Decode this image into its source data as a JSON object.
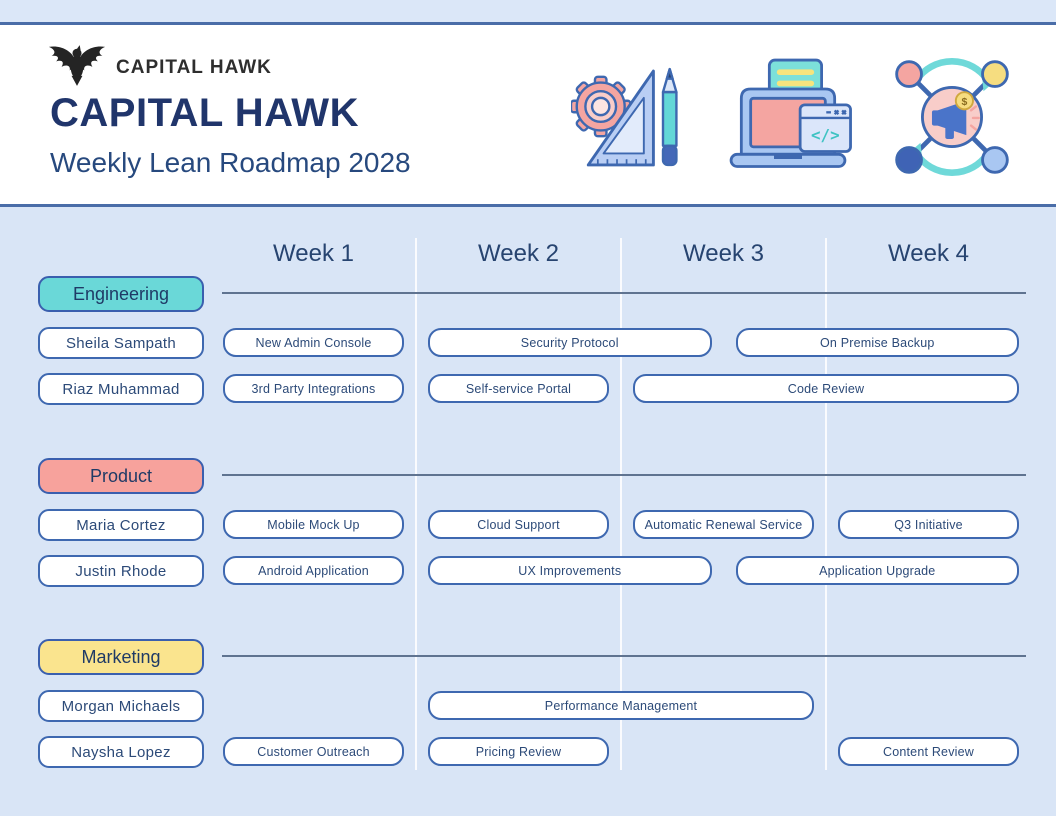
{
  "header": {
    "logo_text": "CAPITAL HAWK",
    "title": "CAPITAL HAWK",
    "subtitle": "Weekly Lean Roadmap 2028",
    "illustrations": [
      "design-tools-icon",
      "laptop-code-icon",
      "marketing-network-icon"
    ]
  },
  "colors": {
    "accent_border": "#3e68b0",
    "section_line": "#5f7390",
    "background": "#d9e5f6",
    "header_rule": "#4a6da8",
    "navy_text": "#20356b",
    "engineering_fill": "#6ad8d8",
    "product_fill": "#f7a29c",
    "marketing_fill": "#fae48e"
  },
  "timeline": {
    "weeks": [
      "Week 1",
      "Week 2",
      "Week 3",
      "Week 4"
    ],
    "sections": [
      {
        "label": "Engineering",
        "color": "#6ad8d8",
        "rows": [
          {
            "name": "Sheila Sampath",
            "tasks": [
              {
                "label": "New Admin Console",
                "start": 0,
                "end": 1
              },
              {
                "label": "Security Protocol",
                "start": 1,
                "end": 2.5
              },
              {
                "label": "On Premise Backup",
                "start": 2.5,
                "end": 4
              }
            ]
          },
          {
            "name": "Riaz Muhammad",
            "tasks": [
              {
                "label": "3rd Party Integrations",
                "start": 0,
                "end": 1
              },
              {
                "label": "Self-service Portal",
                "start": 1,
                "end": 2
              },
              {
                "label": "Code Review",
                "start": 2,
                "end": 4
              }
            ]
          }
        ]
      },
      {
        "label": "Product",
        "color": "#f7a29c",
        "rows": [
          {
            "name": "Maria Cortez",
            "tasks": [
              {
                "label": "Mobile Mock Up",
                "start": 0,
                "end": 1
              },
              {
                "label": "Cloud Support",
                "start": 1,
                "end": 2
              },
              {
                "label": "Automatic Renewal Service",
                "start": 2,
                "end": 3
              },
              {
                "label": "Q3 Initiative",
                "start": 3,
                "end": 4
              }
            ]
          },
          {
            "name": "Justin Rhode",
            "tasks": [
              {
                "label": "Android Application",
                "start": 0,
                "end": 1
              },
              {
                "label": "UX Improvements",
                "start": 1,
                "end": 2.5
              },
              {
                "label": "Application Upgrade",
                "start": 2.5,
                "end": 4
              }
            ]
          }
        ]
      },
      {
        "label": "Marketing",
        "color": "#fae48e",
        "rows": [
          {
            "name": "Morgan Michaels",
            "tasks": [
              {
                "label": "Performance Management",
                "start": 1,
                "end": 3
              }
            ]
          },
          {
            "name": "Naysha Lopez",
            "tasks": [
              {
                "label": "Customer Outreach",
                "start": 0,
                "end": 1
              },
              {
                "label": "Pricing Review",
                "start": 1,
                "end": 2
              },
              {
                "label": "Content Review",
                "start": 3,
                "end": 4
              }
            ]
          }
        ]
      }
    ]
  }
}
